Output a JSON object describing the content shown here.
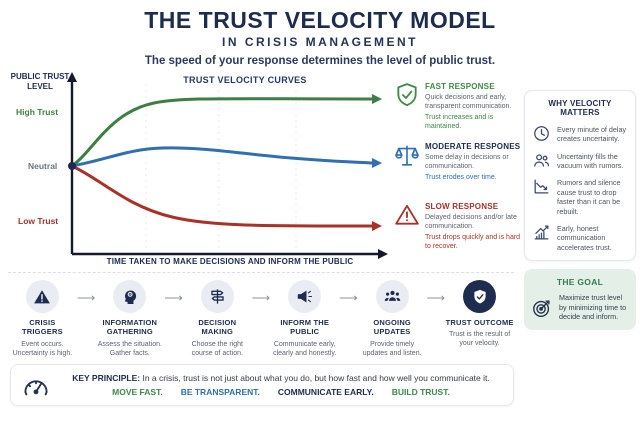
{
  "header": {
    "title": "THE TRUST VELOCITY MODEL",
    "subtitle": "IN CRISIS MANAGEMENT",
    "tagline": "The speed of your response determines the level of public trust."
  },
  "chart_data": {
    "type": "line",
    "title": "TRUST VELOCITY CURVES",
    "xlabel": "TIME TAKEN TO MAKE DECISIONS AND INFORM THE PUBLIC",
    "ylabel": "PUBLIC TRUST LEVEL",
    "y_ticks": {
      "high": "High Trust",
      "neutral": "Neutral",
      "low": "Low Trust"
    },
    "x": [
      0,
      1,
      2,
      3,
      4,
      5
    ],
    "series": [
      {
        "name": "Fast response",
        "color": "#3d7f42",
        "values": [
          0,
          0.55,
          0.88,
          0.95,
          0.95,
          0.95
        ]
      },
      {
        "name": "Moderate response",
        "color": "#2f6fb2",
        "values": [
          0,
          0.2,
          0.28,
          0.22,
          0.12,
          0.07
        ]
      },
      {
        "name": "Slow response",
        "color": "#a83228",
        "values": [
          0,
          -0.45,
          -0.8,
          -0.93,
          -0.97,
          -0.97
        ]
      }
    ],
    "ylim": [
      -1,
      1
    ],
    "grid": "faint dashed vertical lines",
    "legend_position": "right annotations"
  },
  "responses": [
    {
      "title": "FAST RESPONSE",
      "icon": "shield-check-icon",
      "desc": "Quick decisions and early, transparent communication.",
      "note": "Trust increases and is maintained."
    },
    {
      "title": "MODERATE RESPONES",
      "icon": "scales-icon",
      "desc": "Some delay in decisions or communication.",
      "note": "Trust erodes over time."
    },
    {
      "title": "SLOW RESPONSE",
      "icon": "warning-triangle-icon",
      "desc": "Delayed decisions and/or late communication.",
      "note": "Trust drops quickly and is hard to recover."
    }
  ],
  "sidebar": {
    "title": "WHY VELOCITY MATTERS",
    "items": [
      {
        "icon": "clock-icon",
        "text": "Every minute of delay creates uncertainty."
      },
      {
        "icon": "people-icon",
        "text": "Uncertainty fills the vacuum with rumors."
      },
      {
        "icon": "chart-down-icon",
        "text": "Rumors and silence cause trust to drop faster than it can be rebuilt."
      },
      {
        "icon": "chart-up-icon",
        "text": "Early, honest communication accelerates trust."
      }
    ]
  },
  "goal": {
    "title": "THE GOAL",
    "icon": "target-icon",
    "text": "Maximize trust level by minimizing time to decide and inform."
  },
  "steps": [
    {
      "title": "CRISIS TRIGGERS",
      "desc": "Event occurs. Uncertainty is high.",
      "icon": "warning-triangle-icon"
    },
    {
      "title": "INFORMATION GATHERING",
      "desc": "Assess the situation. Gather facts.",
      "icon": "head-gear-icon"
    },
    {
      "title": "DECISION MAKING",
      "desc": "Choose the right course of action.",
      "icon": "signpost-icon"
    },
    {
      "title": "INFORM THE PUBLIC",
      "desc": "Communicate early, clearly and honestly.",
      "icon": "megaphone-icon"
    },
    {
      "title": "ONGOING UPDATES",
      "desc": "Provide timely updates and listen.",
      "icon": "people-group-icon"
    },
    {
      "title": "TRUST OUTCOME",
      "desc": "Trust is the result of your velocity.",
      "icon": "shield-check-icon"
    }
  ],
  "arrow_glyph": "⟶",
  "key_principle": {
    "label": "KEY PRINCIPLE:",
    "text": "In a crisis, trust is not just about what you do, but how fast and how well you communicate it.",
    "icon": "gauge-icon",
    "principles": [
      {
        "text": "MOVE FAST.",
        "color": "#3d8a46"
      },
      {
        "text": "BE TRANSPARENT.",
        "color": "#2f6fb2"
      },
      {
        "text": "COMMUNICATE EARLY.",
        "color": "#1d2b4f"
      },
      {
        "text": "BUILD TRUST.",
        "color": "#3d8a46"
      }
    ]
  },
  "colors": {
    "navy": "#1d2b4f",
    "green": "#3d7f42",
    "blue": "#2f6fb2",
    "red": "#a83228",
    "gray_text": "#5b6370",
    "circle_bg": "#e9ecf2",
    "goal_bg": "#e4efe8"
  }
}
